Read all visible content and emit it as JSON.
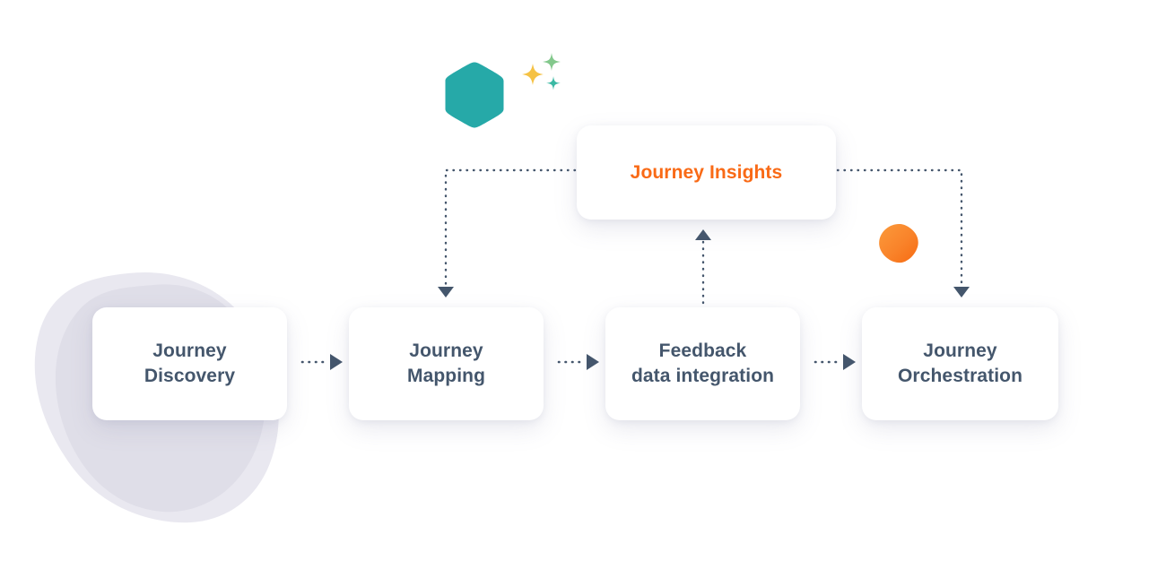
{
  "diagram": {
    "title": "Journey flow diagram",
    "text_color": "#44566c",
    "accent_color": "#f96a16",
    "card_background": "#ffffff",
    "connector_color": "#44566c",
    "canvas_background": "#ffffff"
  },
  "cards": [
    {
      "id": "discovery",
      "label": "Journey\nDiscovery",
      "line1": "Journey",
      "line2": "Discovery",
      "accent": false
    },
    {
      "id": "mapping",
      "label": "Journey\nMapping",
      "line1": "Journey",
      "line2": "Mapping",
      "accent": false
    },
    {
      "id": "feedback",
      "label": "Feedback\ndata integration",
      "line1": "Feedback",
      "line2": "data integration",
      "accent": false
    },
    {
      "id": "orchestration",
      "label": "Journey\nOrchestration",
      "line1": "Journey",
      "line2": "Orchestration",
      "accent": false
    },
    {
      "id": "insights",
      "label": "Journey Insights",
      "line1": "Journey Insights",
      "line2": "",
      "accent": true
    }
  ],
  "connectors": [
    {
      "id": "discovery-to-mapping",
      "style": "dotted",
      "direction": "right"
    },
    {
      "id": "mapping-to-feedback",
      "style": "dotted",
      "direction": "right"
    },
    {
      "id": "feedback-to-orchestration",
      "style": "dotted",
      "direction": "right"
    },
    {
      "id": "insights-to-mapping",
      "style": "dotted",
      "direction": "down"
    },
    {
      "id": "insights-to-orchestration",
      "style": "dotted",
      "direction": "down"
    },
    {
      "id": "feedback-to-insights",
      "style": "dotted",
      "direction": "up"
    }
  ],
  "decorations": [
    {
      "id": "hexagon-teal",
      "shape": "hexagon",
      "color": "#26a9a8"
    },
    {
      "id": "sparkles",
      "shape": "sparkle",
      "colors": [
        "#f5c13f",
        "#86c98a",
        "#3fb8a0"
      ]
    },
    {
      "id": "blob-orange",
      "shape": "blob",
      "color": "#f9832a"
    },
    {
      "id": "blob-lavender",
      "shape": "blob",
      "color": "#e3e2ec"
    }
  ]
}
